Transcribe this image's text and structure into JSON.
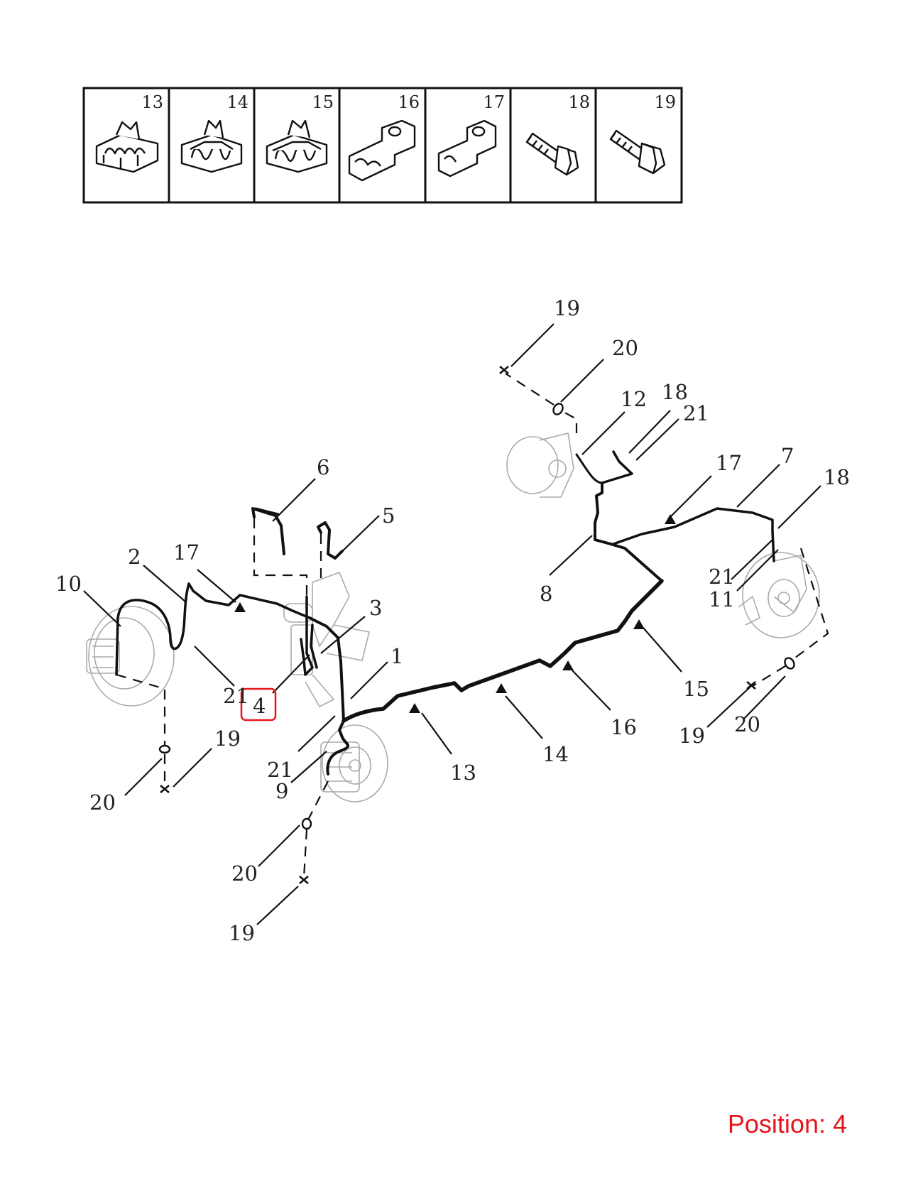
{
  "parts_table": {
    "cells": [
      {
        "number": "13",
        "icon": "clip-13-icon"
      },
      {
        "number": "14",
        "icon": "clip-14-icon"
      },
      {
        "number": "15",
        "icon": "clip-15-icon"
      },
      {
        "number": "16",
        "icon": "clip-16-icon"
      },
      {
        "number": "17",
        "icon": "clip-17-icon"
      },
      {
        "number": "18",
        "icon": "bolt-18-icon"
      },
      {
        "number": "19",
        "icon": "bolt-19-icon"
      }
    ]
  },
  "callouts": {
    "c1": "1",
    "c2": "2",
    "c3": "3",
    "c4": "4",
    "c5": "5",
    "c6": "6",
    "c7": "7",
    "c8": "8",
    "c9": "9",
    "c10": "10",
    "c11": "11",
    "c12": "12",
    "c13": "13",
    "c14": "14",
    "c15": "15",
    "c16": "16",
    "c17a": "17",
    "c17b": "17",
    "c18a": "18",
    "c18b": "18",
    "c19a": "19",
    "c19b": "19",
    "c19c": "19",
    "c19d": "19",
    "c20a": "20",
    "c20b": "20",
    "c20c": "20",
    "c20d": "20",
    "c21a": "21",
    "c21b": "21",
    "c21c": "21",
    "c21d": "21"
  },
  "highlight": {
    "callout": "4",
    "color": "#e8141c"
  },
  "position_label": "Position: 4"
}
